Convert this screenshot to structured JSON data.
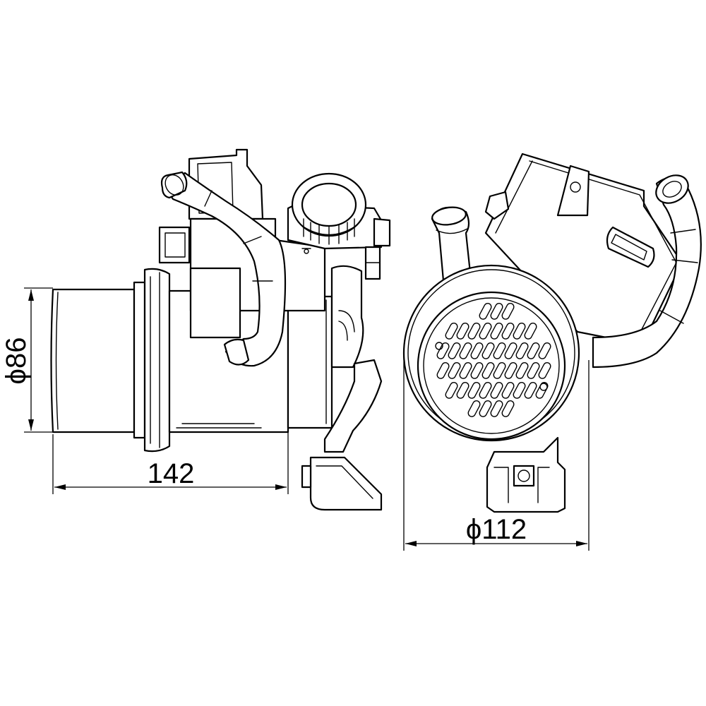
{
  "dimensions": {
    "diameter_left": "ϕ86",
    "length_left": "142",
    "diameter_right": "ϕ112"
  },
  "views": [
    "side-view",
    "end-view"
  ],
  "colors": {
    "line": "#000000",
    "background": "#ffffff"
  }
}
